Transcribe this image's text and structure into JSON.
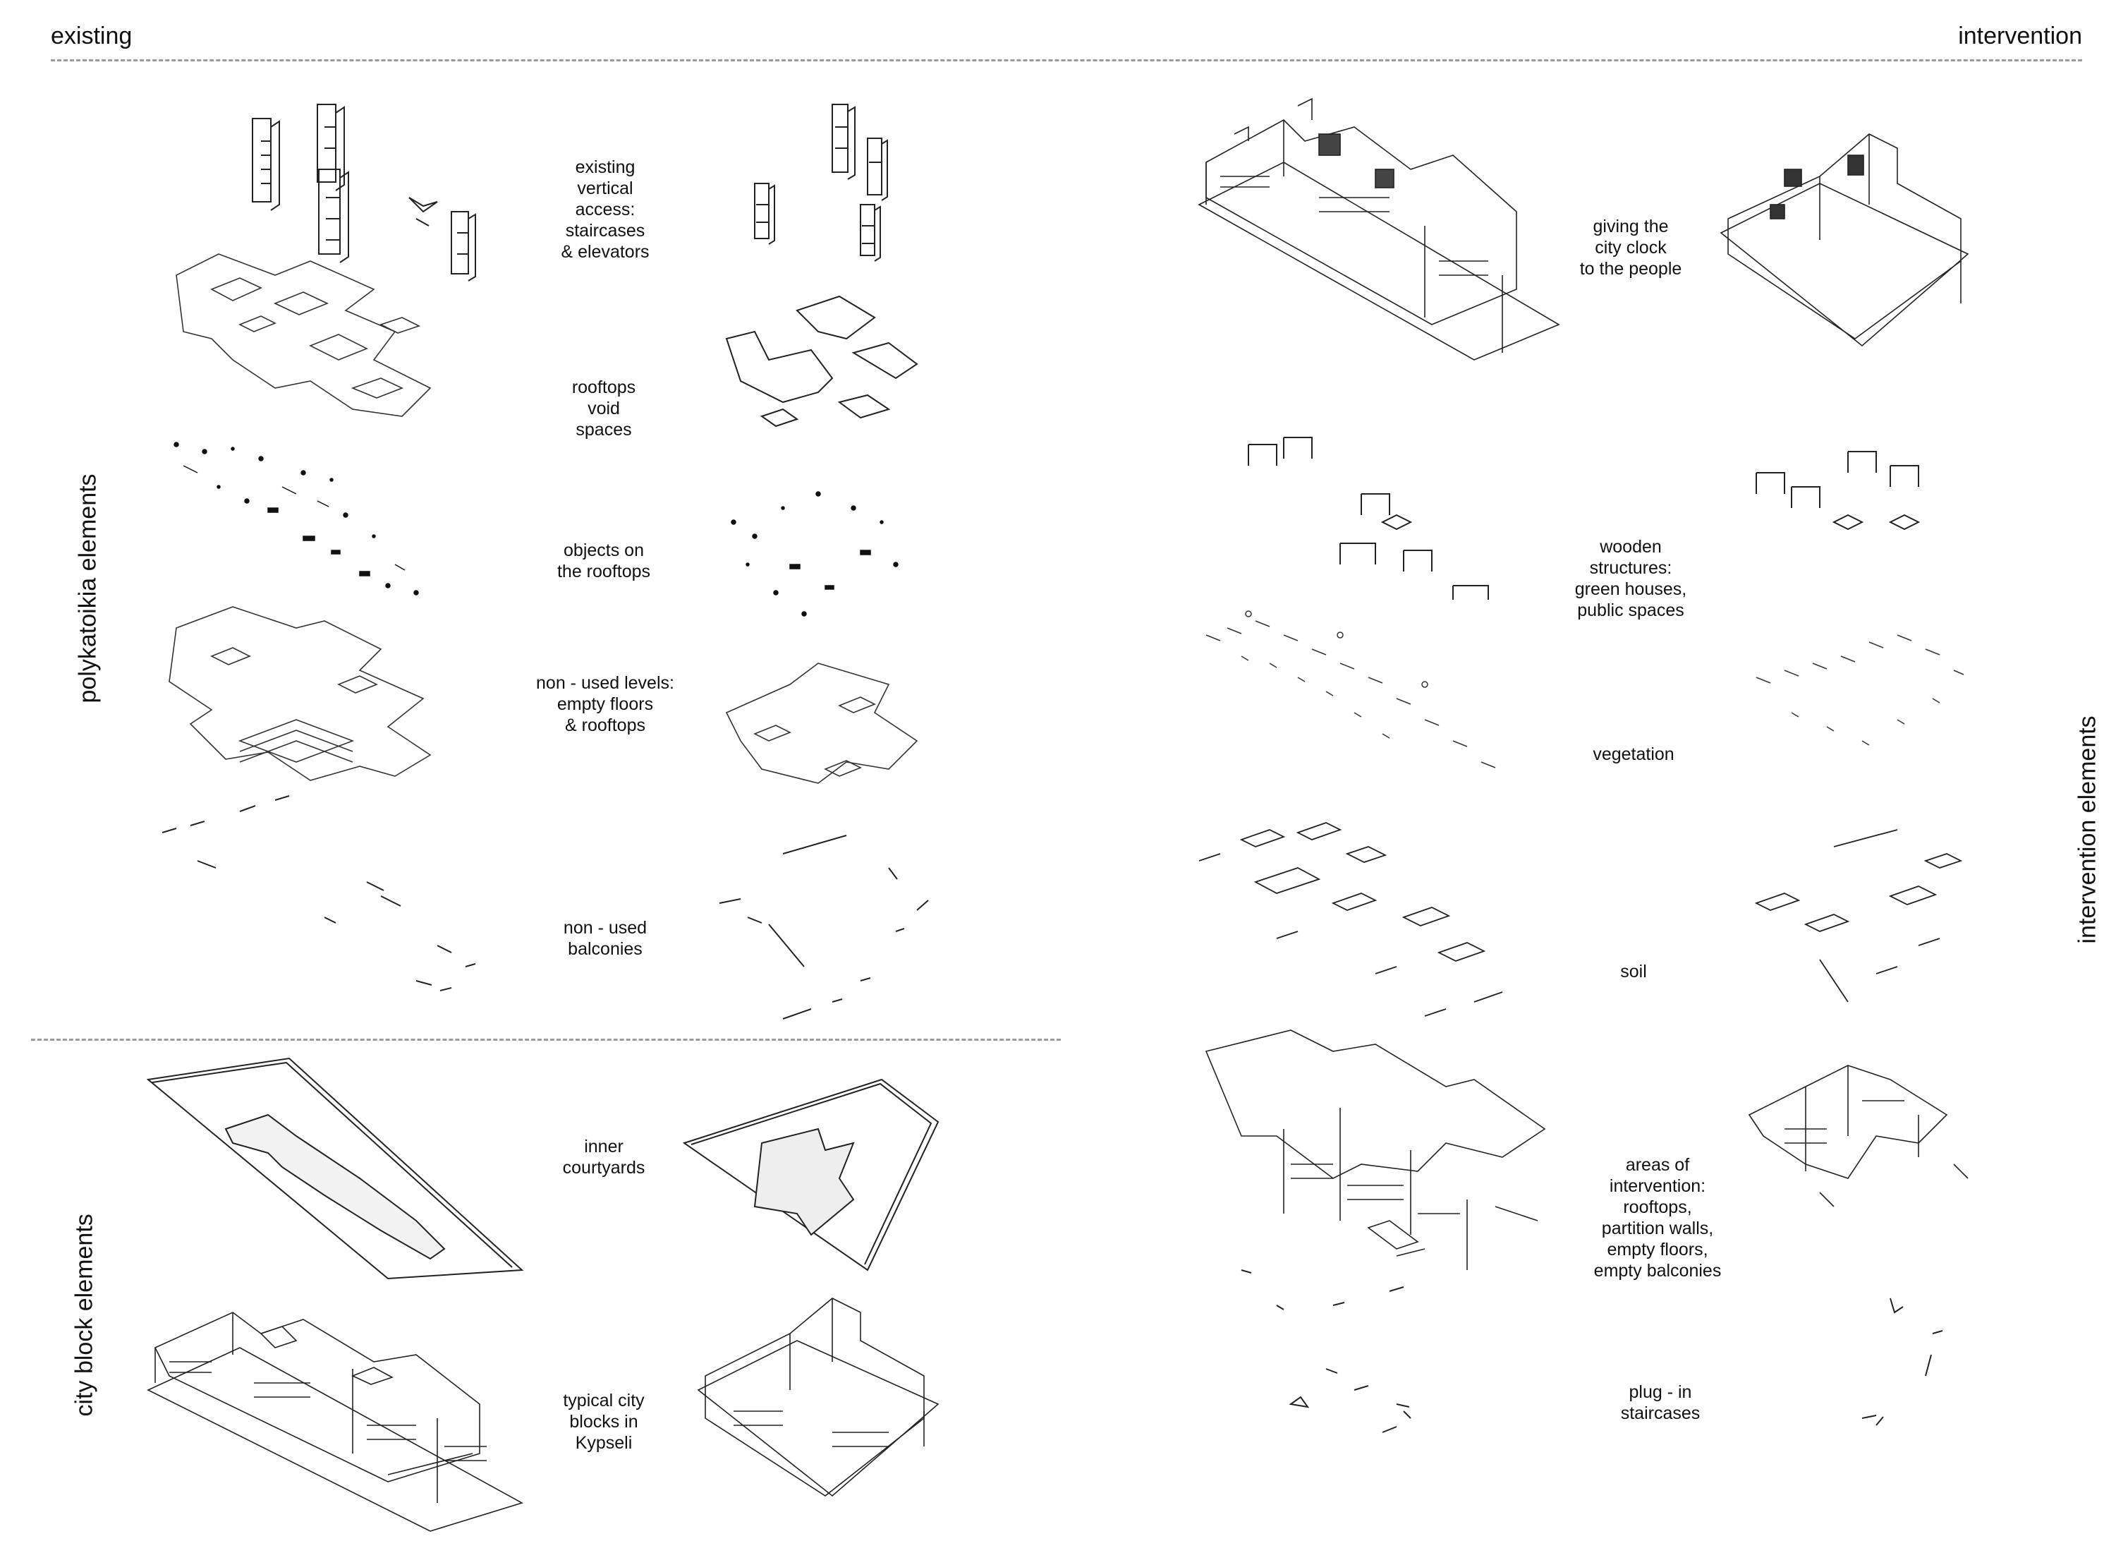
{
  "header": {
    "left": "existing",
    "right": "intervention"
  },
  "side_labels": {
    "polykatoikia": "polykatoikia elements",
    "city_block": "city block elements",
    "intervention": "intervention elements"
  },
  "left_labels": {
    "vertical_access": "existing\nvertical\naccess:\nstaircases\n& elevators",
    "rooftops": "rooftops\nvoid\nspaces",
    "objects": "objects on\nthe rooftops",
    "non_used_levels": "non - used levels:\nempty floors\n& rooftops",
    "balconies": "non - used\nbalconies",
    "courtyards": "inner\ncourtyards",
    "typical_blocks": "typical city\nblocks in\nKypseli"
  },
  "right_labels": {
    "city_clock": "giving the\ncity clock\nto the people",
    "wooden": "wooden\nstructures:\ngreen houses,\npublic spaces",
    "vegetation": "vegetation",
    "soil": "soil",
    "areas": "areas of\nintervention:\nrooftops,\npartition walls,\nempty floors,\nempty balconies",
    "plug_in": "plug - in\nstaircases"
  }
}
